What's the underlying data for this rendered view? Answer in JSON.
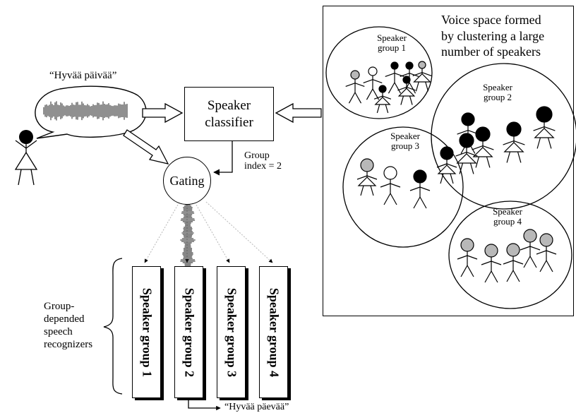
{
  "input_phrase": "“Hyvää päivää”",
  "output_phrase": "“Hyvää päevää”",
  "classifier": {
    "label": "Speaker classifier"
  },
  "group_index": {
    "line1": "Group",
    "line2": "index = 2"
  },
  "gating": {
    "label": "Gating"
  },
  "voice_space": {
    "caption_line1": "Voice space formed",
    "caption_line2": "by clustering a large",
    "caption_line3": "number of speakers",
    "clusters": [
      {
        "line1": "Speaker",
        "line2": "group 1"
      },
      {
        "line1": "Speaker",
        "line2": "group 2"
      },
      {
        "line1": "Speaker",
        "line2": "group 3"
      },
      {
        "line1": "Speaker",
        "line2": "group 4"
      }
    ]
  },
  "recognizers": {
    "brace_line1": "Group-",
    "brace_line2": "depended",
    "brace_line3": "speech",
    "brace_line4": "recognizers",
    "selected_index": 2,
    "items": [
      {
        "label": "Speaker group 1"
      },
      {
        "label": "Speaker group 2"
      },
      {
        "label": "Speaker group 3"
      },
      {
        "label": "Speaker group 4"
      }
    ]
  },
  "colors": {
    "stroke": "#000000",
    "head_gray": "#b8b8b8",
    "head_black": "#000000",
    "connector_gray": "#bdbdbd"
  }
}
